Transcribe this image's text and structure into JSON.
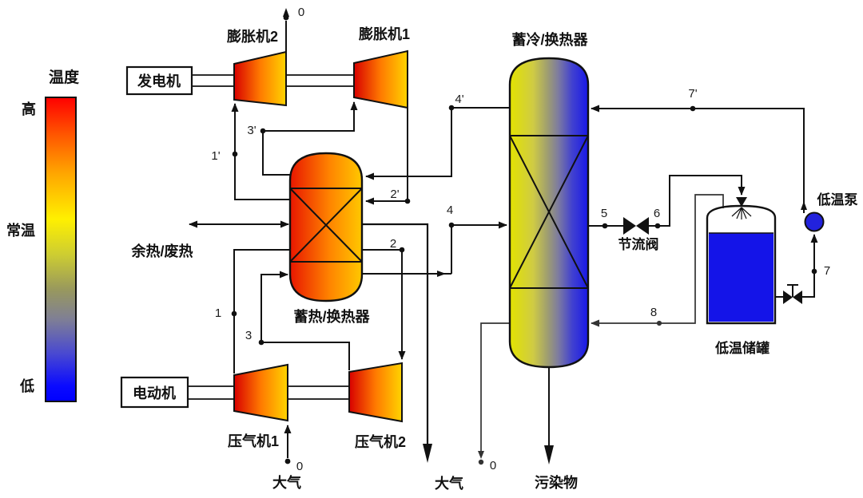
{
  "legend": {
    "title": "温度",
    "high": "高",
    "ambient": "常温",
    "low": "低"
  },
  "components": {
    "generator": "发电机",
    "motor": "电动机",
    "expander2": "膨胀机2",
    "expander1": "膨胀机1",
    "compressor1": "压气机1",
    "compressor2": "压气机2",
    "hot_storage_hx": "蓄热/换热器",
    "cold_storage_hx": "蓄冷/换热器",
    "throttle_valve": "节流阀",
    "cryo_pump": "低温泵",
    "cryo_tank": "低温储罐"
  },
  "streams": {
    "s0_exhaust": "0",
    "s1_prime": "1'",
    "s2_prime": "2'",
    "s3_prime": "3'",
    "s4_prime": "4'",
    "s7_prime": "7'",
    "s1": "1",
    "s2": "2",
    "s3": "3",
    "s4": "4",
    "s5": "5",
    "s6": "6",
    "s7": "7",
    "s8": "8",
    "s0_vent": "0",
    "s0_intake": "0"
  },
  "externals": {
    "waste_heat": "余热/废热",
    "air_intake": "大气",
    "air_exhaust": "大气",
    "pollutants": "污染物"
  },
  "colors": {
    "hot": "#e01000",
    "warm": "#ff8400",
    "neutral": "#ffd400",
    "cold": "#1414e8",
    "liquid_air": "#1414e8",
    "pump_fill": "#2222dd",
    "line": "#111111",
    "vent_line": "#333333"
  }
}
